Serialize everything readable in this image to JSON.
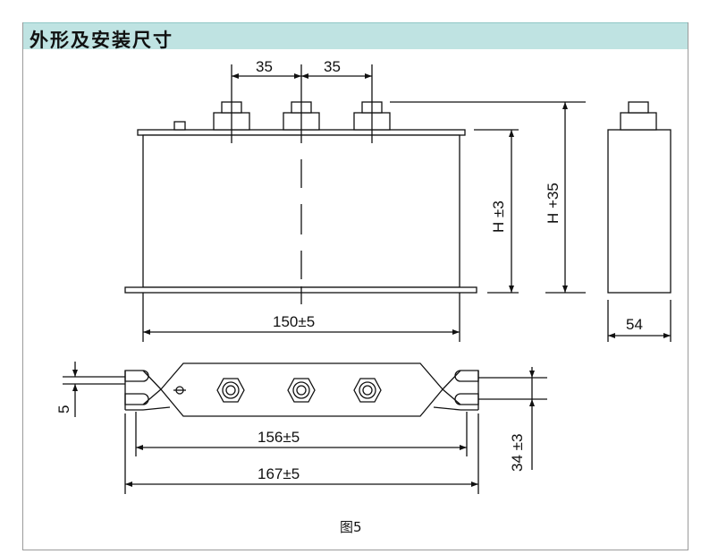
{
  "header": {
    "title": "外形及安装尺寸"
  },
  "dimensions": {
    "terminal_pitch_left": "35",
    "terminal_pitch_right": "35",
    "height_tolerance": "H ±3",
    "height_total": "H +35",
    "body_width": "150±5",
    "side_depth": "54",
    "mount_slot": "5",
    "mount_span_inner": "156±5",
    "mount_span_outer": "167±5",
    "base_depth": "34 ±3"
  },
  "caption": "图5"
}
